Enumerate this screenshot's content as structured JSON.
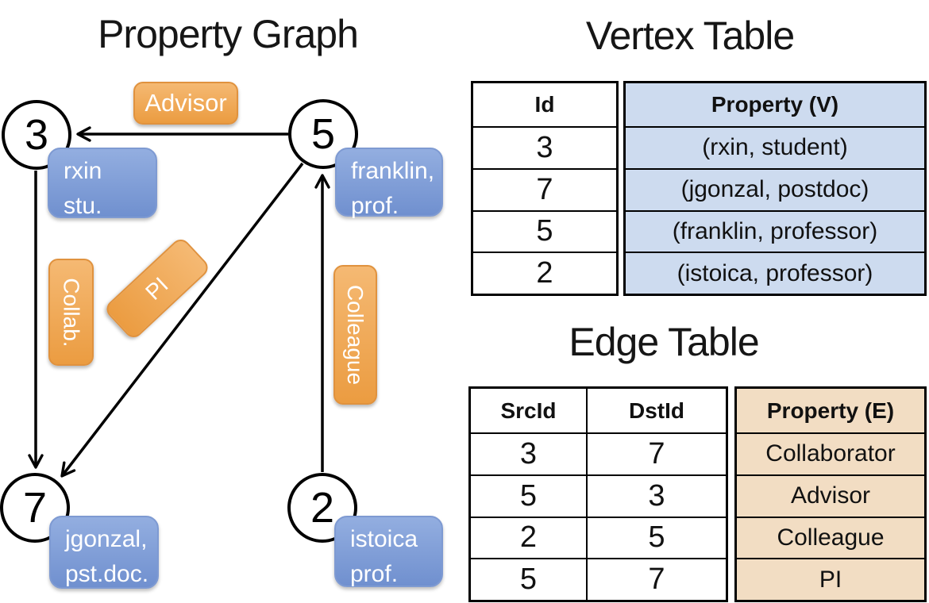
{
  "titles": {
    "graph": "Property Graph",
    "vertex_table": "Vertex Table",
    "edge_table": "Edge Table"
  },
  "graph": {
    "vertices": [
      {
        "id": "3",
        "property_line1": "rxin",
        "property_line2": "stu."
      },
      {
        "id": "5",
        "property_line1": "franklin,",
        "property_line2": "prof."
      },
      {
        "id": "7",
        "property_line1": "jgonzal,",
        "property_line2": "pst.doc."
      },
      {
        "id": "2",
        "property_line1": "istoica",
        "property_line2": "prof."
      }
    ],
    "edge_labels": {
      "advisor": "Advisor",
      "collab": "Collab.",
      "pi": "PI",
      "colleague": "Colleague"
    }
  },
  "vertex_table": {
    "headers": {
      "id": "Id",
      "property": "Property (V)"
    },
    "rows": [
      {
        "id": "3",
        "property": "(rxin, student)"
      },
      {
        "id": "7",
        "property": "(jgonzal, postdoc)"
      },
      {
        "id": "5",
        "property": "(franklin, professor)"
      },
      {
        "id": "2",
        "property": "(istoica, professor)"
      }
    ]
  },
  "edge_table": {
    "headers": {
      "src": "SrcId",
      "dst": "DstId",
      "property": "Property (E)"
    },
    "rows": [
      {
        "src": "3",
        "dst": "7",
        "property": "Collaborator"
      },
      {
        "src": "5",
        "dst": "3",
        "property": "Advisor"
      },
      {
        "src": "2",
        "dst": "5",
        "property": "Colleague"
      },
      {
        "src": "5",
        "dst": "7",
        "property": "PI"
      }
    ]
  },
  "colors": {
    "edge_label_orange_top": "#f5b973",
    "edge_label_orange_bottom": "#eb9c41",
    "vertex_box_blue_top": "#93aee0",
    "vertex_box_blue_bottom": "#7090cf",
    "vertex_table_cell": "#cddbef",
    "edge_table_cell": "#f2ddc3",
    "line_black": "#000000",
    "text_white": "#ffffff"
  }
}
